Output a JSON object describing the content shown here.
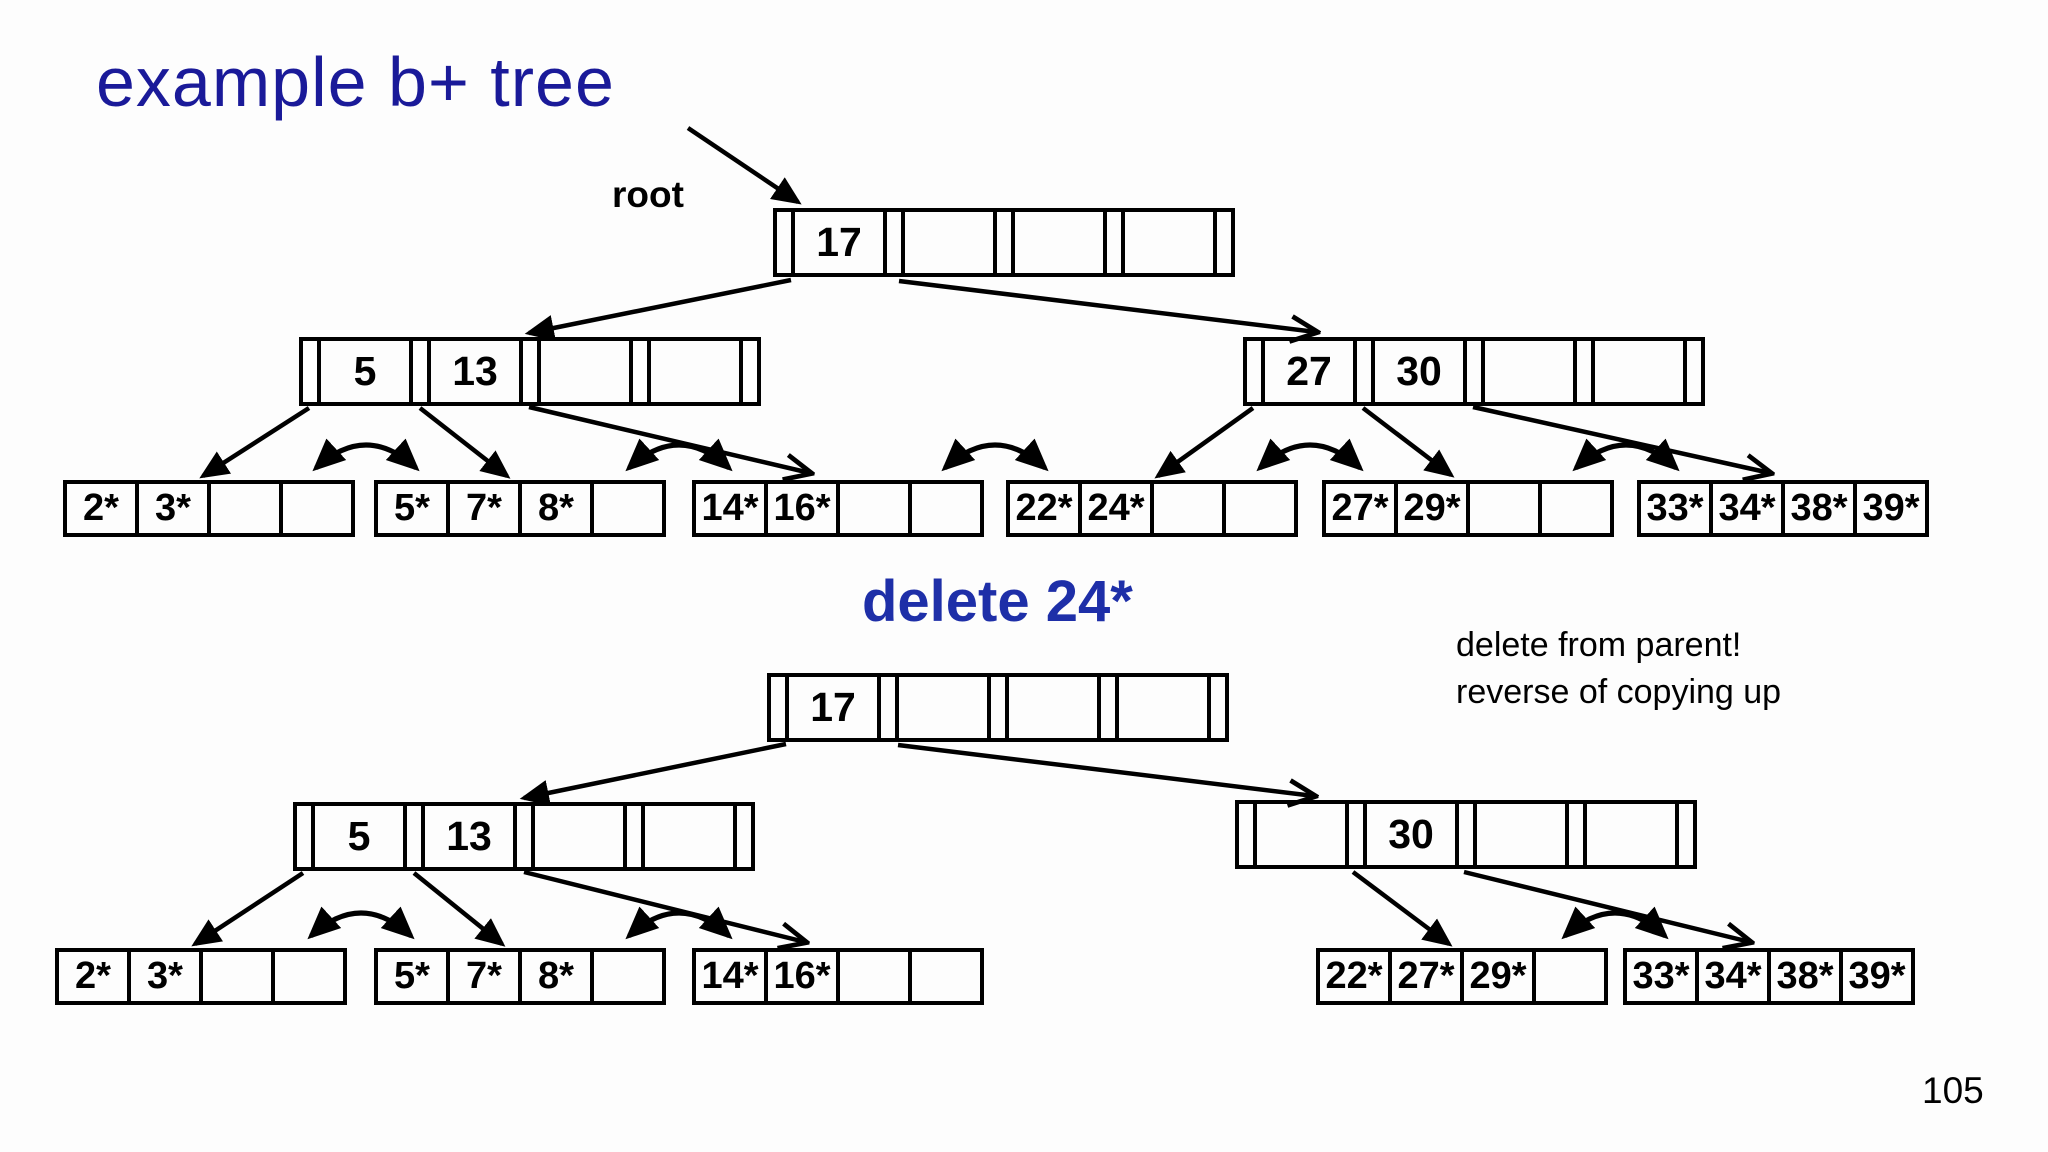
{
  "page": {
    "background": "#fdfdfd",
    "line_color": "#000000",
    "page_number": "105"
  },
  "title": {
    "text": "example b+ tree",
    "color": "#1a1a99"
  },
  "root_label": "root",
  "subtitle": {
    "text": "delete 24*",
    "color": "#1e2fa8"
  },
  "note": {
    "line1": "delete from parent!",
    "line2": "reverse of copying up"
  },
  "tree_top": {
    "root": {
      "keys": [
        "17",
        "",
        "",
        ""
      ]
    },
    "internals": [
      {
        "keys": [
          "5",
          "13",
          "",
          ""
        ]
      },
      {
        "keys": [
          "27",
          "30",
          "",
          ""
        ]
      }
    ],
    "leaves": [
      [
        "2*",
        "3*",
        "",
        ""
      ],
      [
        "5*",
        "7*",
        "8*",
        ""
      ],
      [
        "14*",
        "16*",
        "",
        ""
      ],
      [
        "22*",
        "24*",
        "",
        ""
      ],
      [
        "27*",
        "29*",
        "",
        ""
      ],
      [
        "33*",
        "34*",
        "38*",
        "39*"
      ]
    ]
  },
  "tree_bottom": {
    "root": {
      "keys": [
        "17",
        "",
        "",
        ""
      ]
    },
    "internals": [
      {
        "keys": [
          "5",
          "13",
          "",
          ""
        ]
      },
      {
        "keys": [
          "",
          "30",
          "",
          ""
        ]
      }
    ],
    "leaves": [
      [
        "2*",
        "3*",
        "",
        ""
      ],
      [
        "5*",
        "7*",
        "8*",
        ""
      ],
      [
        "14*",
        "16*",
        "",
        ""
      ],
      [
        "22*",
        "27*",
        "29*",
        ""
      ],
      [
        "33*",
        "34*",
        "38*",
        "39*"
      ]
    ]
  }
}
